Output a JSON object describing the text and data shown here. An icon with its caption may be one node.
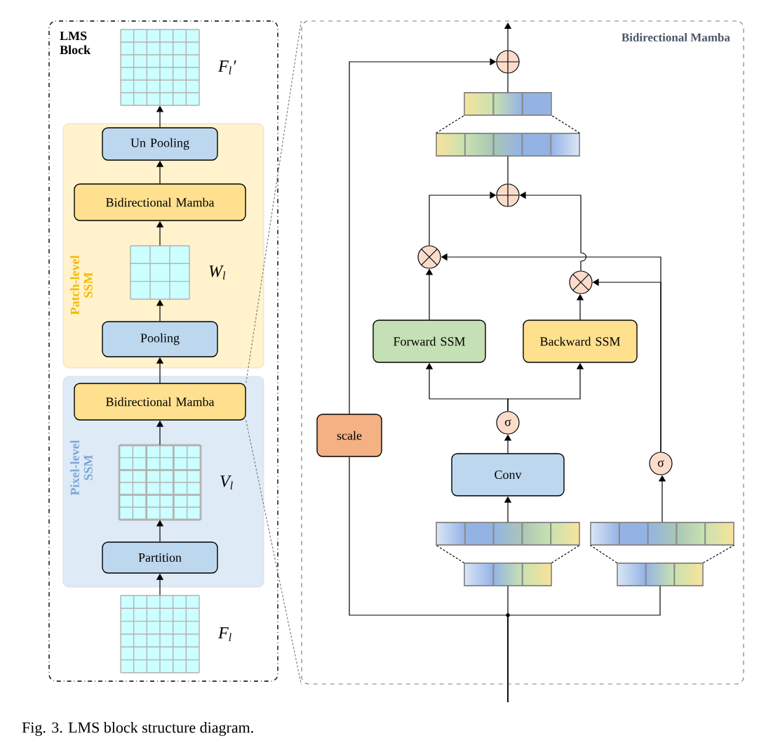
{
  "diagram": {
    "caption": "Fig. 3.  LMS block structure diagram.",
    "nodes": [
      {
        "text": [
          "LMS Block"
        ]
      },
      {
        "text": [],
        "shape": "grid",
        "in": 0,
        "beside": [
          "F$_{l}$′"
        ]
      },
      {
        "text": [
          "Patch-level SSM"
        ],
        "in": 0
      },
      {
        "text": [
          "Un Pooling"
        ],
        "in": 2
      },
      {
        "text": [
          "Bidirectional Mamba"
        ],
        "in": 2
      },
      {
        "text": [],
        "shape": "grid",
        "in": 2,
        "beside": [
          "W$_{l}$"
        ]
      },
      {
        "text": [
          "Pooling"
        ],
        "in": 2
      },
      {
        "text": [
          "Pixel-level SSM"
        ],
        "in": 0
      },
      {
        "text": [
          "Bidirectional Mamba"
        ],
        "in": 7
      },
      {
        "text": [],
        "shape": "grid",
        "in": 7,
        "beside": [
          "V$_{l}$"
        ]
      },
      {
        "text": [
          "Partition"
        ],
        "in": 7
      },
      {
        "text": [],
        "shape": "grid",
        "in": 0,
        "beside": [
          "F$_{l}$"
        ]
      },
      {
        "text": [
          "Bidirectional Mamba"
        ]
      },
      {
        "text": [],
        "shape": "circle",
        "in": 12
      },
      {
        "text": [],
        "shape": "bar",
        "in": 12
      },
      {
        "text": [],
        "shape": "bar",
        "in": 12
      },
      {
        "text": [],
        "shape": "circle",
        "in": 12
      },
      {
        "text": [],
        "shape": "circle",
        "in": 12
      },
      {
        "text": [],
        "shape": "circle",
        "in": 12
      },
      {
        "text": [
          "Forward SSM"
        ],
        "in": 12
      },
      {
        "text": [
          "Backward SSM"
        ],
        "in": 12
      },
      {
        "text": [
          "σ"
        ],
        "in": 12
      },
      {
        "text": [
          "Conv"
        ],
        "in": 12
      },
      {
        "text": [],
        "shape": "bar",
        "in": 12
      },
      {
        "text": [],
        "shape": "bar",
        "in": 12
      },
      {
        "text": [
          "scale"
        ],
        "in": 12
      },
      {
        "text": [
          "σ"
        ],
        "in": 12
      },
      {
        "text": [],
        "shape": "bar",
        "in": 12
      },
      {
        "text": [],
        "shape": "bar",
        "in": 12
      }
    ],
    "edges": [
      {
        "from": 11,
        "to": 10,
        "arrow": "to"
      },
      {
        "from": 10,
        "to": 9,
        "arrow": "to"
      },
      {
        "from": 9,
        "to": 8,
        "arrow": "to"
      },
      {
        "from": 8,
        "to": 6,
        "arrow": "to"
      },
      {
        "from": 6,
        "to": 5,
        "arrow": "to"
      },
      {
        "from": 5,
        "to": 4,
        "arrow": "to"
      },
      {
        "from": 4,
        "to": 3,
        "arrow": "to"
      },
      {
        "from": 3,
        "to": 1,
        "arrow": "to"
      },
      {
        "from": 8,
        "to": 12,
        "arrow": "none",
        "style": "dashed",
        "color": "#808080"
      },
      {
        "from": 8,
        "to": 12,
        "arrow": "none",
        "style": "dashed",
        "color": "#808080"
      },
      {
        "from": null,
        "to": 24,
        "arrow": "none"
      },
      {
        "from": null,
        "to": 25,
        "arrow": "none"
      },
      {
        "from": null,
        "to": 28,
        "arrow": "none"
      },
      {
        "from": 24,
        "to": 23,
        "arrow": "none",
        "style": "dashed"
      },
      {
        "from": 23,
        "to": 22,
        "arrow": "to"
      },
      {
        "from": 22,
        "to": 21,
        "arrow": "to"
      },
      {
        "from": 21,
        "to": 19,
        "arrow": "to"
      },
      {
        "from": 21,
        "to": 20,
        "arrow": "to"
      },
      {
        "from": 19,
        "to": 17,
        "arrow": "to"
      },
      {
        "from": 20,
        "to": 18,
        "arrow": "to"
      },
      {
        "from": 17,
        "to": 16,
        "arrow": "to"
      },
      {
        "from": 18,
        "to": 16,
        "arrow": "to"
      },
      {
        "from": 26,
        "to": 17,
        "arrow": "to"
      },
      {
        "from": 26,
        "to": 18,
        "arrow": "to"
      },
      {
        "from": 28,
        "to": 27,
        "arrow": "none",
        "style": "dashed"
      },
      {
        "from": 27,
        "to": 26,
        "arrow": "to"
      },
      {
        "from": 16,
        "to": 15,
        "arrow": "none"
      },
      {
        "from": 15,
        "to": 14,
        "arrow": "none",
        "style": "dashed"
      },
      {
        "from": 14,
        "to": 13,
        "arrow": "none"
      },
      {
        "from": 25,
        "to": 13,
        "arrow": "to"
      },
      {
        "from": 13,
        "to": null,
        "arrow": "to"
      }
    ]
  }
}
